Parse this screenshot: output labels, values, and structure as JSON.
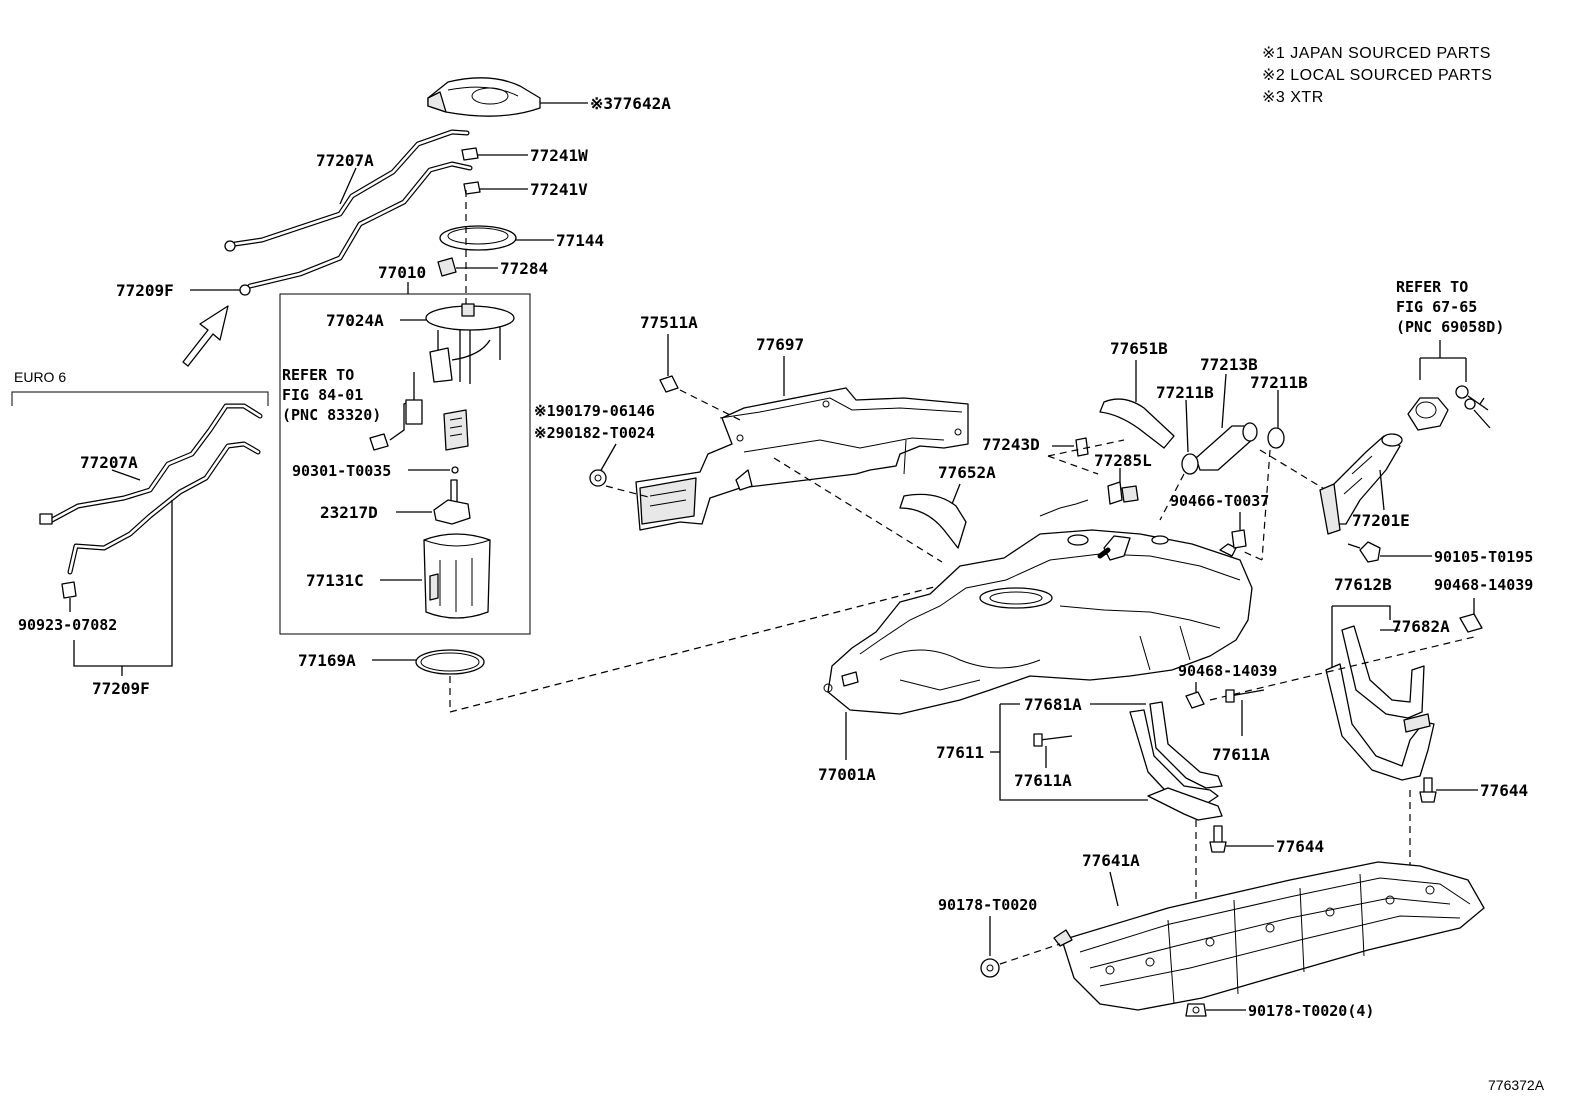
{
  "notes": [
    "※1 JAPAN SOURCED PARTS",
    "※2 LOCAL SOURCED PARTS",
    "※3 XTR"
  ],
  "diagram_code": "776372A",
  "euro_label": "EURO 6",
  "labels": {
    "p77642A": "※377642A",
    "p77241W": "77241W",
    "p77241V": "77241V",
    "p77207A_top": "77207A",
    "p77144": "77144",
    "p77010": "77010",
    "p77284": "77284",
    "p77209F_top": "77209F",
    "p77024A": "77024A",
    "p90301": "90301-T0035",
    "p23217D": "23217D",
    "p77131C": "77131C",
    "p77169A": "77169A",
    "p77207A_euro": "77207A",
    "p90923": "90923-07082",
    "p77209F_euro": "77209F",
    "p77511A": "77511A",
    "p77697": "77697",
    "p90179": "※190179-06146",
    "p90182": "※290182-T0024",
    "p77651B": "77651B",
    "p77243D": "77243D",
    "p77652A": "77652A",
    "p77213B": "77213B",
    "p77211B_a": "77211B",
    "p77211B_b": "77211B",
    "p77285L": "77285L",
    "p90466": "90466-T0037",
    "p77201E": "77201E",
    "p90105": "90105-T0195",
    "p77612B": "77612B",
    "p90468_a": "90468-14039",
    "p77682A": "77682A",
    "p90468_b": "90468-14039",
    "p77681A": "77681A",
    "p77611": "77611",
    "p77611A_a": "77611A",
    "p77611A_b": "77611A",
    "p77001A": "77001A",
    "p77644_a": "77644",
    "p77644_b": "77644",
    "p77641A": "77641A",
    "p90178_a": "90178-T0020",
    "p90178_b": "90178-T0020(4)"
  },
  "refs": {
    "fig84": [
      "REFER TO",
      "FIG 84-01",
      "(PNC 83320)"
    ],
    "fig67": [
      "REFER TO",
      "FIG 67-65",
      "(PNC 69058D)"
    ]
  }
}
